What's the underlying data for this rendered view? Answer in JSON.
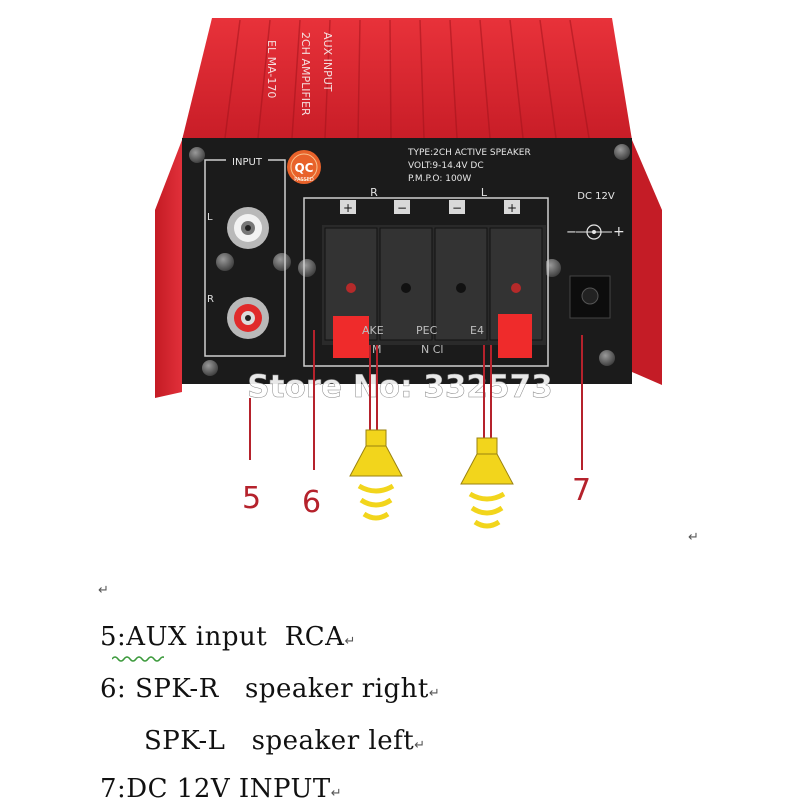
{
  "device": {
    "input_label": "INPUT",
    "input_channel_l": "L",
    "input_channel_r": "R",
    "qc_badge_label": "QC",
    "qc_badge_sublabel": "PASSED",
    "spec_type": "TYPE:2CH ACTIVE SPEAKER",
    "spec_volt": "VOLT:9-14.4V DC",
    "spec_pmpo": "P.M.P.O: 100W",
    "terminal_plus": "+",
    "terminal_minus": "−",
    "channel_r": "R",
    "channel_l": "L",
    "terminal_text_1": "AKE",
    "terminal_text_2": "PEC",
    "terminal_text_3": "E4",
    "terminal_text_4": "M",
    "terminal_text_5": "N Cl",
    "dc_label": "DC 12V",
    "dc_polarity_minus": "−",
    "dc_polarity_plus": "+",
    "side_panel_text_1": "EL MA-170",
    "side_panel_text_2": "2CH AMPLIFIER",
    "side_panel_text_3": "AUX INPUT"
  },
  "watermark": "Store No: 332573",
  "callouts": {
    "callout_5": "5",
    "callout_6": "6",
    "callout_7": "7"
  },
  "paragraph_mark": "↵",
  "legend": {
    "line1": "5:AUX input  RCA",
    "line2": "6: SPK-R   speaker right",
    "line3": "SPK-L   speaker left",
    "line4": "7:DC 12V INPUT"
  },
  "colors": {
    "chassis_red": "#d4202a",
    "panel_black": "#1b1b1b",
    "callout_red": "#b5222c",
    "speaker_yellow": "#f2d51c",
    "squiggle_green": "#3c9a3c"
  }
}
